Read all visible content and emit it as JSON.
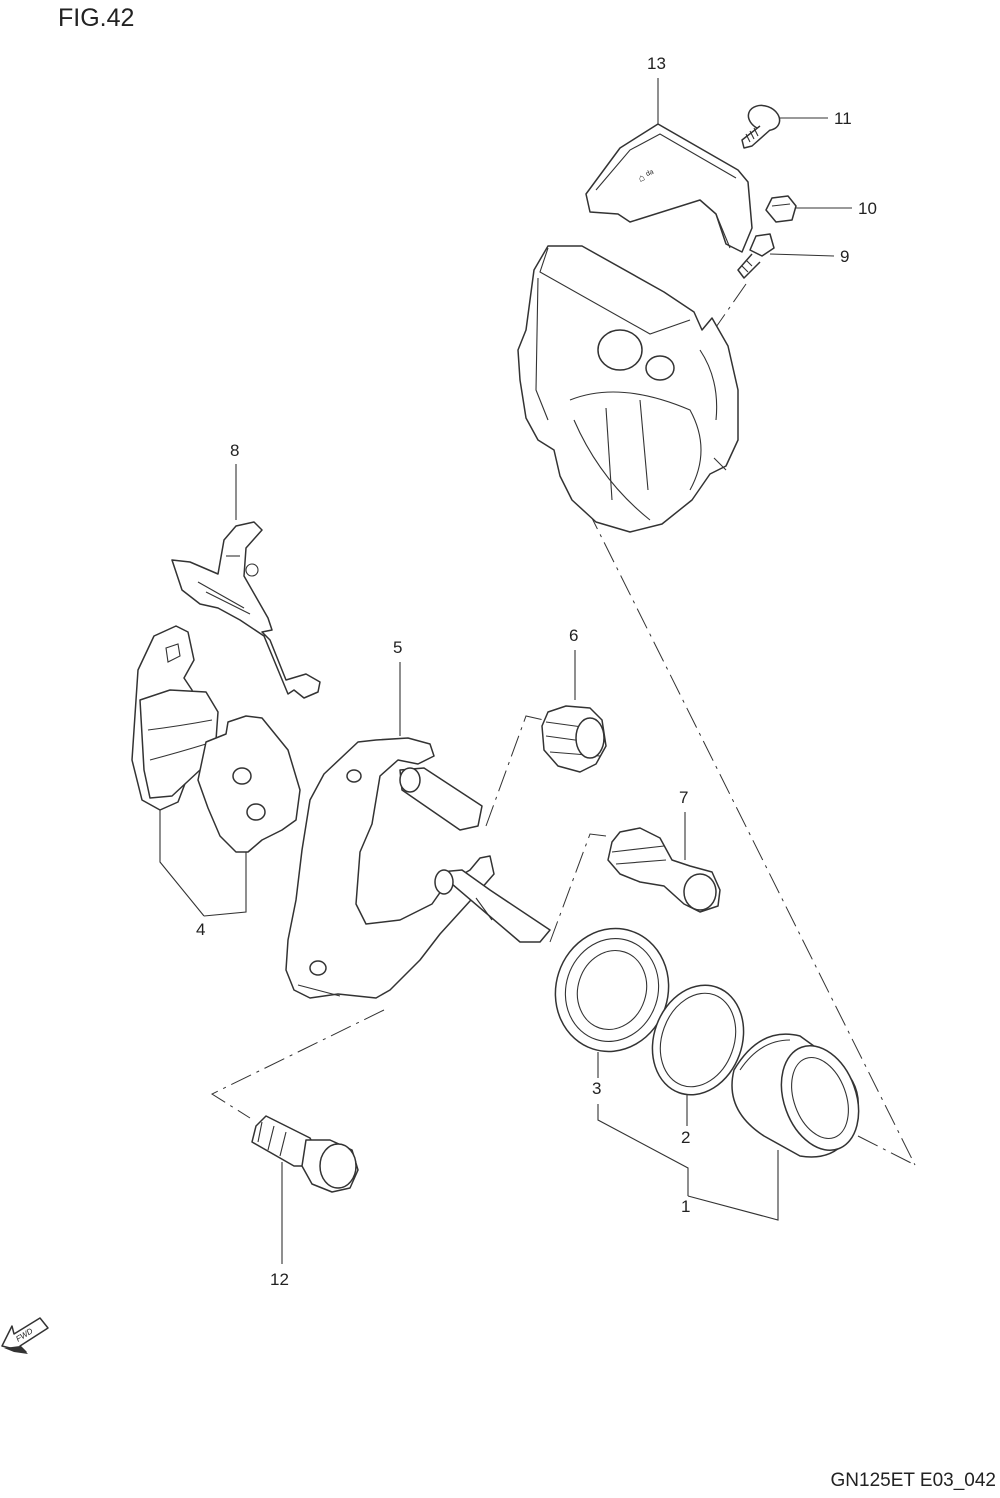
{
  "figure": {
    "title": "FIG.42",
    "code": "GN125ET E03_042",
    "fwd_label": "FWD"
  },
  "callouts": [
    {
      "id": "1",
      "text": "1"
    },
    {
      "id": "2",
      "text": "2"
    },
    {
      "id": "3",
      "text": "3"
    },
    {
      "id": "4",
      "text": "4"
    },
    {
      "id": "5",
      "text": "5"
    },
    {
      "id": "6",
      "text": "6"
    },
    {
      "id": "7",
      "text": "7"
    },
    {
      "id": "8",
      "text": "8"
    },
    {
      "id": "9",
      "text": "9"
    },
    {
      "id": "10",
      "text": "10"
    },
    {
      "id": "11",
      "text": "11"
    },
    {
      "id": "12",
      "text": "12"
    },
    {
      "id": "13",
      "text": "13"
    }
  ]
}
